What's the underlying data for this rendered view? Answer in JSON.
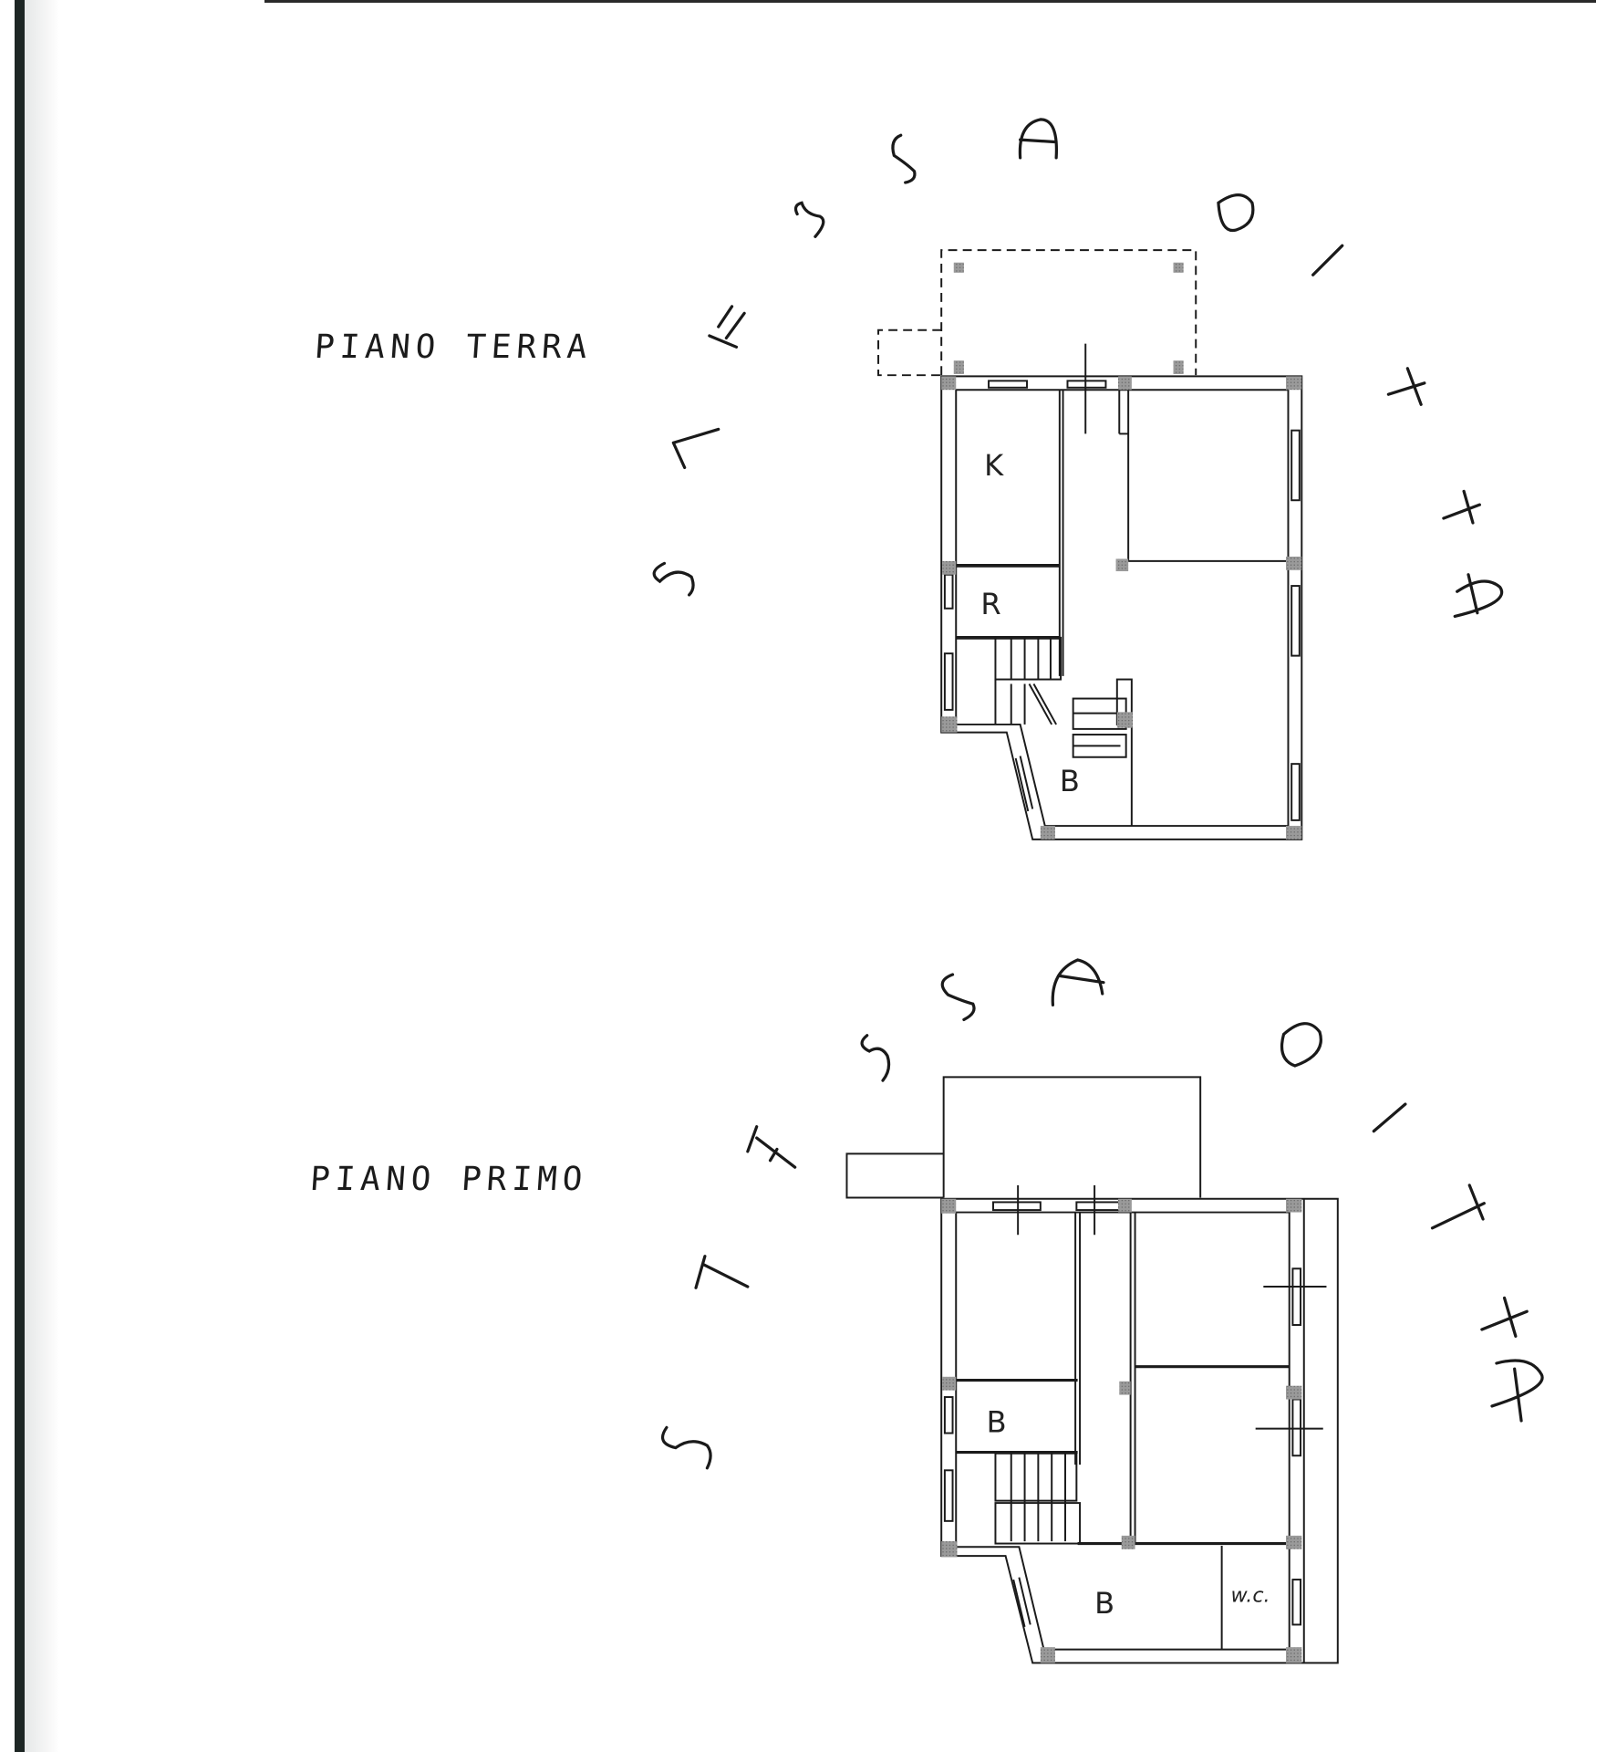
{
  "document": {
    "type": "architectural floor plan (scanned)",
    "watermark_text": "STESSA DITTA",
    "watermark_letters": [
      "S",
      "T",
      "E",
      "S",
      "S",
      "A",
      "D",
      "I",
      "T",
      "T",
      "A"
    ]
  },
  "floors": [
    {
      "id": "ground",
      "title": "PIANO TERRA",
      "rooms": [
        {
          "label": "K"
        },
        {
          "label": "R"
        },
        {
          "label": "B"
        }
      ]
    },
    {
      "id": "first",
      "title": "PIANO PRIMO",
      "rooms": [
        {
          "label": "B"
        },
        {
          "label": "B"
        },
        {
          "label": "w.c."
        }
      ]
    }
  ],
  "colors": {
    "ink": "#1b1b1b",
    "pillar": "#8a8a8a",
    "paper": "#ffffff",
    "scan_border": "#1d2624"
  }
}
